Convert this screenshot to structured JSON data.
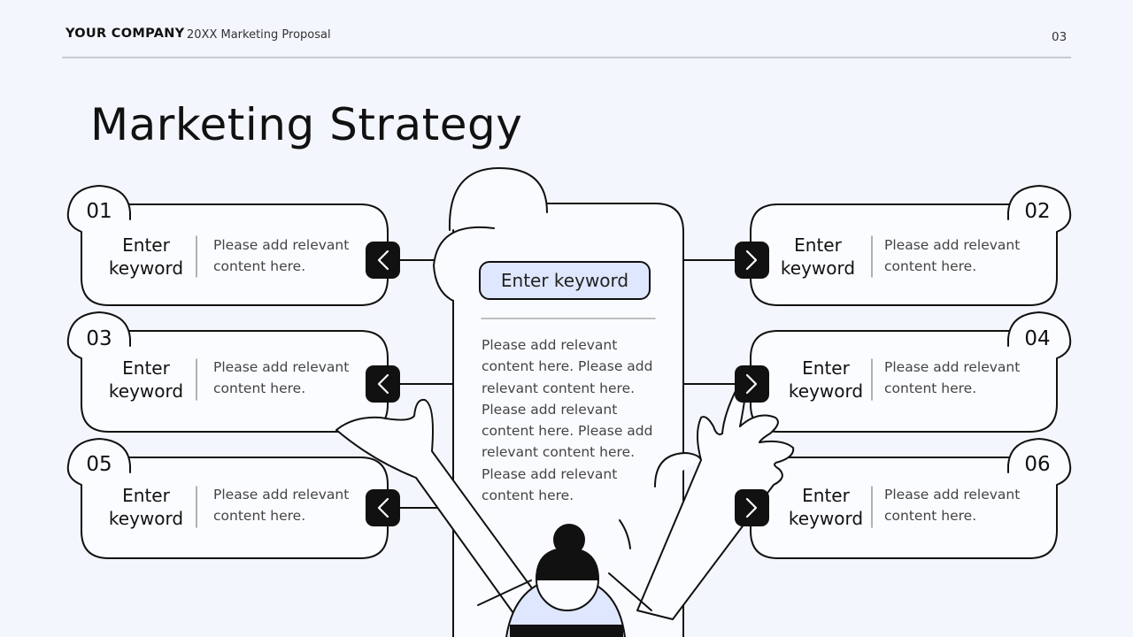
{
  "header": {
    "company": "YOUR COMPANY",
    "subtitle": "20XX Marketing Proposal",
    "page_number": "03"
  },
  "title": "Marketing Strategy",
  "center": {
    "keyword": "Enter keyword",
    "body": "Please add relevant content here. Please add relevant content here. Please add relevant content here. Please add relevant content here. Please add relevant content here."
  },
  "items": [
    {
      "number": "01",
      "keyword": "Enter keyword",
      "text": "Please add relevant content here."
    },
    {
      "number": "02",
      "keyword": "Enter keyword",
      "text": "Please add relevant content here."
    },
    {
      "number": "03",
      "keyword": "Enter keyword",
      "text": "Please add relevant content here."
    },
    {
      "number": "04",
      "keyword": "Enter keyword",
      "text": "Please add relevant content here."
    },
    {
      "number": "05",
      "keyword": "Enter keyword",
      "text": "Please add relevant content here."
    },
    {
      "number": "06",
      "keyword": "Enter keyword",
      "text": "Please add relevant content here."
    }
  ],
  "colors": {
    "background": "#f4f6fd",
    "accent": "#dfe7ff",
    "ink": "#111111"
  }
}
